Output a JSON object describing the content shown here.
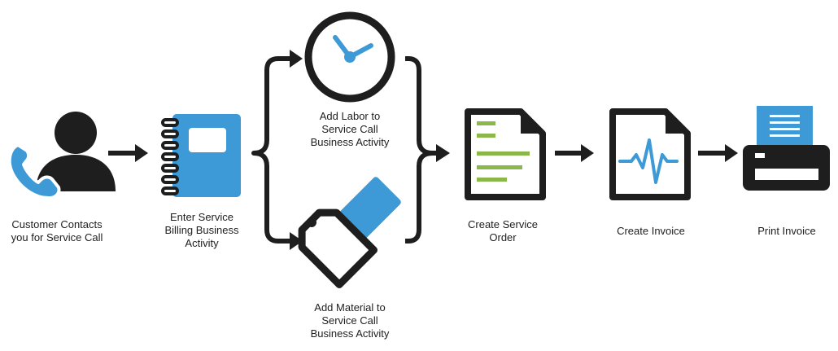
{
  "colors": {
    "dark": "#1e1e1e",
    "blue": "#3d9ad6",
    "green": "#8bb84a",
    "background": "#ffffff"
  },
  "steps": [
    {
      "label": "Customer Contacts\nyou for Service Call",
      "icon": "customer-phone-icon"
    },
    {
      "label": "Enter Service\nBilling Business\nActivity",
      "icon": "notebook-icon"
    },
    {
      "label": "Add Labor to\nService Call\nBusiness Activity",
      "icon": "clock-icon"
    },
    {
      "label": "Add Material to\nService Call\nBusiness Activity",
      "icon": "price-tag-icon"
    },
    {
      "label": "Create Service\nOrder",
      "icon": "service-order-document-icon"
    },
    {
      "label": "Create Invoice",
      "icon": "invoice-document-icon"
    },
    {
      "label": "Print Invoice",
      "icon": "printer-icon"
    }
  ]
}
